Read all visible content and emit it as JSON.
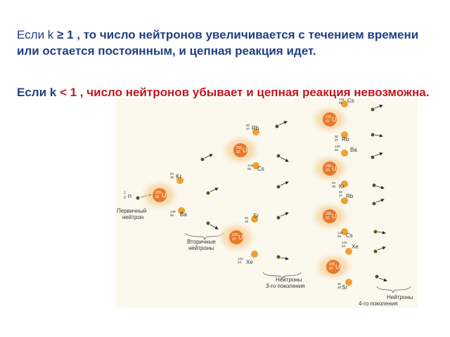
{
  "text": {
    "line1_lead": "Если k",
    "line1_rest": "≥ 1 , то число нейтронов увеличивается с течением времени или остается постоянным, и цепная реакция идет.",
    "line2_lead": "Если k",
    "line2_rest": "< 1 , число нейтронов убывает и цепная реакция невозможна."
  },
  "diagram": {
    "neutron_label": "n",
    "neutron_mass": "1",
    "neutron_charge": "0",
    "uranium": {
      "symbol": "U",
      "mass": "235",
      "charge": "92"
    },
    "fragments": {
      "kr": {
        "symbol": "Kr",
        "mass": "94",
        "charge": "36"
      },
      "ba139": {
        "symbol": "Ba",
        "mass": "139",
        "charge": "56"
      },
      "rb": {
        "symbol": "Rb",
        "mass": "90",
        "charge": "37"
      },
      "cs": {
        "symbol": "Cs",
        "mass": "144",
        "charge": "55"
      },
      "sr": {
        "symbol": "Sr",
        "mass": "90",
        "charge": "38"
      },
      "xe": {
        "symbol": "Xe",
        "mass": "143",
        "charge": "54"
      }
    },
    "labels": {
      "primary_1": "Первичный",
      "primary_2": "нейтрон",
      "secondary_1": "Вторичные",
      "secondary_2": "нейтроны",
      "third_1": "Нейтроны",
      "third_2": "3-го поколения",
      "fourth_1": "Нейтроны",
      "fourth_2": "4-го поколения"
    },
    "colors": {
      "glow": "#f2c98a",
      "nucleus": "#e8782a",
      "fragment": "#f0a030",
      "neutron": "#4b5a1e",
      "arrow": "#222222"
    }
  }
}
